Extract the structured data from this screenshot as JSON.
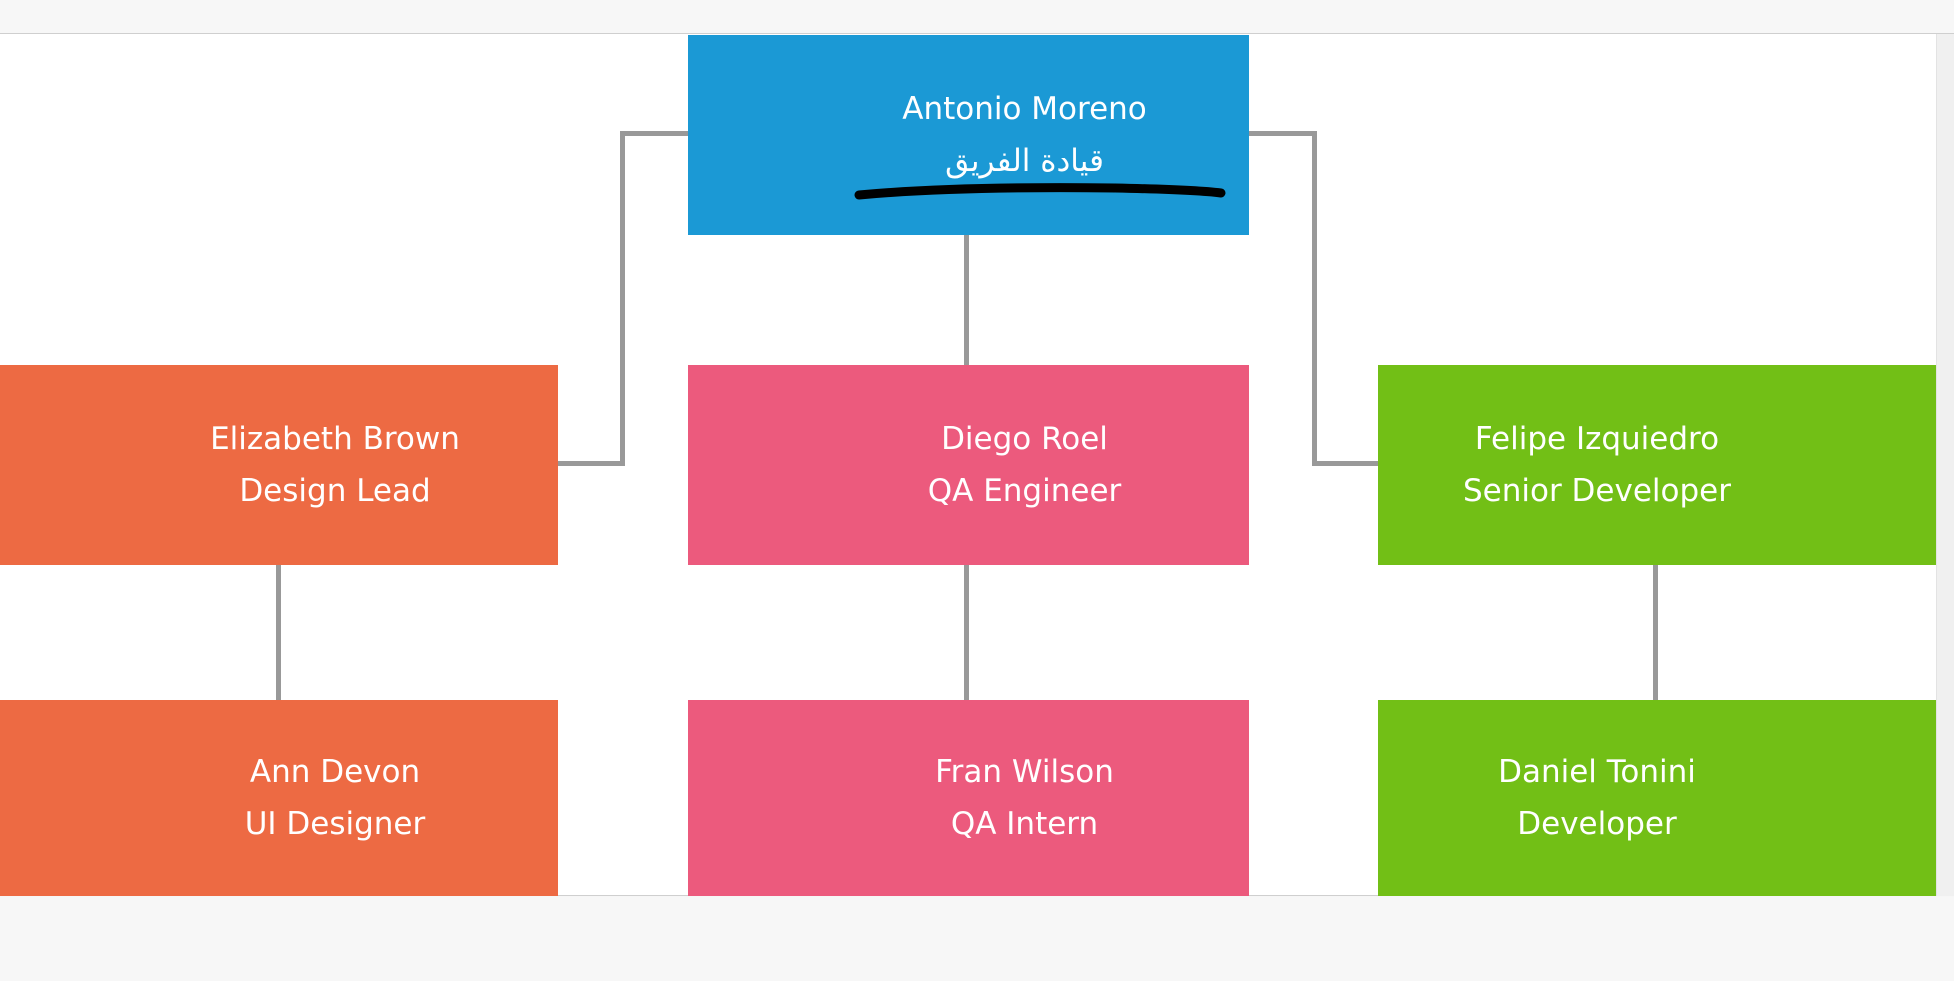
{
  "app": {
    "background_color": "#f7f7f7",
    "canvas_color": "#ffffff",
    "connector_color": "#999999",
    "annotation_color": "#000000"
  },
  "chart_data": {
    "type": "diagram",
    "subtype": "org-chart",
    "title": "",
    "nodes": [
      {
        "id": "root",
        "name": "Antonio Moreno",
        "role": "قيادة الفريق",
        "role_direction": "rtl",
        "color": "#1b99d5",
        "level": 0,
        "column": "center"
      },
      {
        "id": "design-lead",
        "name": "Elizabeth Brown",
        "role": "Design Lead",
        "color": "#ed6a43",
        "level": 1,
        "column": "left",
        "parent": "root"
      },
      {
        "id": "qa-engineer",
        "name": "Diego Roel",
        "role": "QA Engineer",
        "color": "#ec5a7d",
        "level": 1,
        "column": "center",
        "parent": "root"
      },
      {
        "id": "senior-developer",
        "name": "Felipe Izquiedro",
        "role": "Senior Developer",
        "color": "#72bf16",
        "level": 1,
        "column": "right",
        "parent": "root"
      },
      {
        "id": "ui-designer",
        "name": "Ann Devon",
        "role": "UI Designer",
        "color": "#ed6a43",
        "level": 2,
        "column": "left",
        "parent": "design-lead"
      },
      {
        "id": "qa-intern",
        "name": "Fran Wilson",
        "role": "QA Intern",
        "color": "#ec5a7d",
        "level": 2,
        "column": "center",
        "parent": "qa-engineer"
      },
      {
        "id": "developer",
        "name": "Daniel Tonini",
        "role": "Developer",
        "color": "#72bf16",
        "level": 2,
        "column": "right",
        "parent": "senior-developer"
      }
    ],
    "edges": [
      {
        "from": "root",
        "to": "design-lead"
      },
      {
        "from": "root",
        "to": "qa-engineer"
      },
      {
        "from": "root",
        "to": "senior-developer"
      },
      {
        "from": "design-lead",
        "to": "ui-designer"
      },
      {
        "from": "qa-engineer",
        "to": "qa-intern"
      },
      {
        "from": "senior-developer",
        "to": "developer"
      }
    ],
    "annotations": [
      {
        "type": "ink-underline",
        "target": "root",
        "description": "hand-drawn black underline beneath Arabic role text",
        "color": "#000000"
      }
    ]
  }
}
